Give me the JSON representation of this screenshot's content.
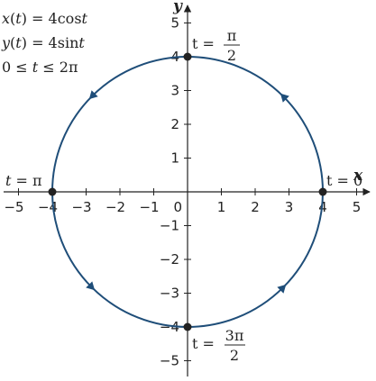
{
  "chart_data": {
    "type": "line",
    "title": "",
    "xlabel": "x",
    "ylabel": "y",
    "xlim": [
      -5.3,
      5.5
    ],
    "ylim": [
      -5.5,
      5.3
    ],
    "x_ticks": [
      -5,
      -4,
      -3,
      -2,
      -1,
      1,
      2,
      3,
      4,
      5
    ],
    "y_ticks": [
      -5,
      -4,
      -3,
      -2,
      -1,
      1,
      2,
      3,
      4,
      5
    ],
    "origin_label": "0",
    "grid": false,
    "legend": "none",
    "curve": {
      "kind": "parametric-circle",
      "radius": 4,
      "center": [
        0,
        0
      ],
      "t_range": [
        0,
        6.283
      ],
      "direction": "counterclockwise",
      "color": "#1f4e79",
      "arrows_at_t": [
        0.785,
        2.356,
        3.927,
        5.498
      ]
    },
    "points": [
      {
        "x": 4,
        "y": 0,
        "label": "t = 0"
      },
      {
        "x": 0,
        "y": 4,
        "label_prefix": "t = ",
        "label_num": "π",
        "label_den": "2"
      },
      {
        "x": -4,
        "y": 0,
        "label_prefix": "t = ",
        "label_main": "π"
      },
      {
        "x": 0,
        "y": -4,
        "label_prefix": "t = ",
        "label_num": "3π",
        "label_den": "2"
      }
    ],
    "annotations": {
      "eq_x": {
        "a": "x",
        "b": "(",
        "c": "t",
        "d": ") = 4cos",
        "e": "t"
      },
      "eq_y": {
        "a": "y",
        "b": "(",
        "c": "t",
        "d": ") = 4sin",
        "e": "t"
      },
      "eq_t": {
        "a": "0 ≤ ",
        "b": "t",
        "c": " ≤ 2π"
      }
    }
  }
}
